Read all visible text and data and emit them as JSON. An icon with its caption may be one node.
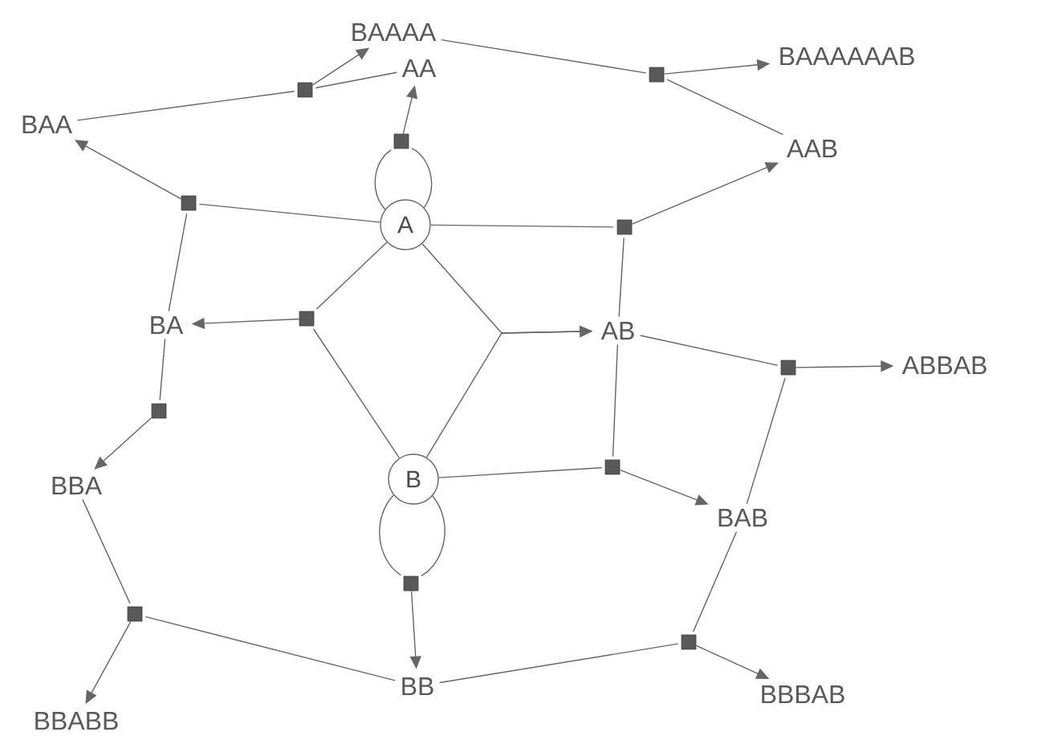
{
  "diagram": {
    "nodes": [
      {
        "text": [
          "BAAAA"
        ]
      },
      {
        "text": [
          "BAAAAAAB"
        ]
      },
      {
        "text": [
          "AA"
        ]
      },
      {
        "text": [
          "BAA"
        ]
      },
      {
        "text": [
          "AAB"
        ]
      },
      {
        "text": [
          "A"
        ]
      },
      {
        "text": [
          "BA"
        ]
      },
      {
        "text": [
          "AB"
        ]
      },
      {
        "text": [
          "ABBAB"
        ]
      },
      {
        "text": [
          "BBA"
        ]
      },
      {
        "text": [
          "B"
        ]
      },
      {
        "text": [
          "BAB"
        ]
      },
      {
        "text": [
          "BB"
        ]
      },
      {
        "text": [
          "BBBAB"
        ]
      },
      {
        "text": [
          "BBABB"
        ]
      },
      {
        "text": [],
        "shape": "box"
      },
      {
        "text": [],
        "shape": "box"
      },
      {
        "text": [],
        "shape": "box"
      },
      {
        "text": [],
        "shape": "box"
      },
      {
        "text": [],
        "shape": "box"
      },
      {
        "text": [],
        "shape": "box"
      },
      {
        "text": [],
        "shape": "box"
      },
      {
        "text": [],
        "shape": "box"
      },
      {
        "text": [],
        "shape": "box"
      },
      {
        "text": [],
        "shape": "box"
      },
      {
        "text": [],
        "shape": "box"
      },
      {
        "text": [],
        "shape": "box"
      }
    ],
    "edges": [
      {
        "from": 3,
        "to": 16,
        "arrow": "none"
      },
      {
        "from": 2,
        "to": 16,
        "arrow": "none"
      },
      {
        "from": 16,
        "to": 0,
        "arrow": "to"
      },
      {
        "from": 0,
        "to": 15,
        "arrow": "none"
      },
      {
        "from": 4,
        "to": 15,
        "arrow": "none"
      },
      {
        "from": 15,
        "to": 1,
        "arrow": "to"
      },
      {
        "from": 5,
        "to": 17,
        "arrow": "none"
      },
      {
        "from": 5,
        "to": 17,
        "arrow": "none"
      },
      {
        "from": 17,
        "to": 2,
        "arrow": "to"
      },
      {
        "from": 5,
        "to": 18,
        "arrow": "none"
      },
      {
        "from": 6,
        "to": 18,
        "arrow": "none"
      },
      {
        "from": 18,
        "to": 3,
        "arrow": "to"
      },
      {
        "from": 5,
        "to": 19,
        "arrow": "none"
      },
      {
        "from": 7,
        "to": 19,
        "arrow": "none"
      },
      {
        "from": 19,
        "to": 4,
        "arrow": "to"
      },
      {
        "from": 5,
        "to": 20,
        "arrow": "none"
      },
      {
        "from": 10,
        "to": 20,
        "arrow": "none"
      },
      {
        "from": 20,
        "to": 6,
        "arrow": "to"
      },
      {
        "from": 5,
        "to": 7,
        "arrow": "to"
      },
      {
        "from": 10,
        "to": 7,
        "arrow": "to"
      },
      {
        "from": 6,
        "to": 22,
        "arrow": "none"
      },
      {
        "from": 22,
        "to": 9,
        "arrow": "to"
      },
      {
        "from": 7,
        "to": 21,
        "arrow": "none"
      },
      {
        "from": 11,
        "to": 21,
        "arrow": "none"
      },
      {
        "from": 21,
        "to": 8,
        "arrow": "to"
      },
      {
        "from": 10,
        "to": 23,
        "arrow": "none"
      },
      {
        "from": 7,
        "to": 23,
        "arrow": "none"
      },
      {
        "from": 23,
        "to": 11,
        "arrow": "to"
      },
      {
        "from": 10,
        "to": 24,
        "arrow": "none"
      },
      {
        "from": 10,
        "to": 24,
        "arrow": "none"
      },
      {
        "from": 24,
        "to": 12,
        "arrow": "to"
      },
      {
        "from": 9,
        "to": 25,
        "arrow": "none"
      },
      {
        "from": 12,
        "to": 25,
        "arrow": "none"
      },
      {
        "from": 25,
        "to": 14,
        "arrow": "to"
      },
      {
        "from": 12,
        "to": 26,
        "arrow": "none"
      },
      {
        "from": 11,
        "to": 26,
        "arrow": "none"
      },
      {
        "from": 26,
        "to": 13,
        "arrow": "to"
      }
    ]
  }
}
